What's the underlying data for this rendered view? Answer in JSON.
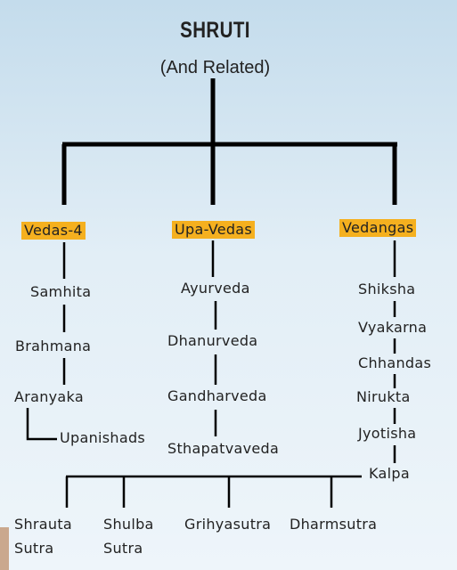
{
  "title": "SHRUTI",
  "subtitle": "(And Related)",
  "branches": {
    "vedas": {
      "heading": "Vedas-4",
      "items": [
        "Samhita",
        "Brahmana",
        "Aranyaka",
        "Upanishads"
      ]
    },
    "upavedas": {
      "heading": "Upa-Vedas",
      "items": [
        "Ayurveda",
        "Dhanurveda",
        "Gandharveda",
        "Sthapatvaveda"
      ]
    },
    "vedangas": {
      "heading": "Vedangas",
      "items": [
        "Shiksha",
        "Vyakarna",
        "Chhandas",
        "Nirukta",
        "Jyotisha",
        "Kalpa"
      ]
    }
  },
  "kalpa_parts": {
    "shrauta": [
      "Shrauta",
      "Sutra"
    ],
    "shulba": [
      "Shulba",
      "Sutra"
    ],
    "grihya": "Grihyasutra",
    "dharma": "Dharmsutra"
  },
  "colors": {
    "highlight": "#f5b01f",
    "line": "#000000"
  }
}
